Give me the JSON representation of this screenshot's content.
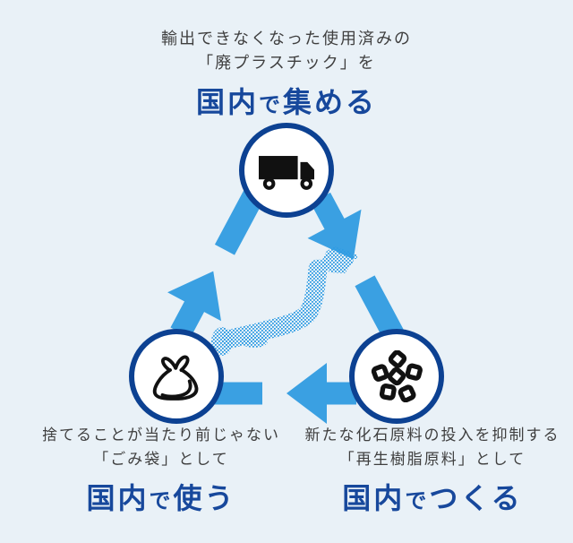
{
  "diagram_name": "domestic-plastic-recycling-cycle",
  "steps": {
    "collect": {
      "line1": "輸出できなくなった使用済みの",
      "line2": "「廃プラスチック」を",
      "headline_pre": "国内",
      "headline_de": "で",
      "headline_post": "集める",
      "icon": "truck-icon"
    },
    "use": {
      "line1": "捨てることが当たり前じゃない",
      "line2": "「ごみ袋」として",
      "headline_pre": "国内",
      "headline_de": "で",
      "headline_post": "使う",
      "icon": "garbage-bag-icon"
    },
    "make": {
      "line1": "新たな化石原料の投入を抑制する",
      "line2": "「再生樹脂原料」として",
      "headline_pre": "国内",
      "headline_de": "で",
      "headline_post": "つくる",
      "icon": "resin-pellets-icon"
    }
  },
  "center_graphic": "japan-map-halftone-dots",
  "cycle_order": [
    "collect",
    "make",
    "use"
  ],
  "colors": {
    "background": "#e9f1f7",
    "arrow": "#3aa0e2",
    "map_dot": "#2e9ce3",
    "circle_border": "#0c4192",
    "circle_fill": "#ffffff",
    "headline": "#17489c",
    "body_text": "#3f3f3f",
    "icon_black": "#111111"
  }
}
